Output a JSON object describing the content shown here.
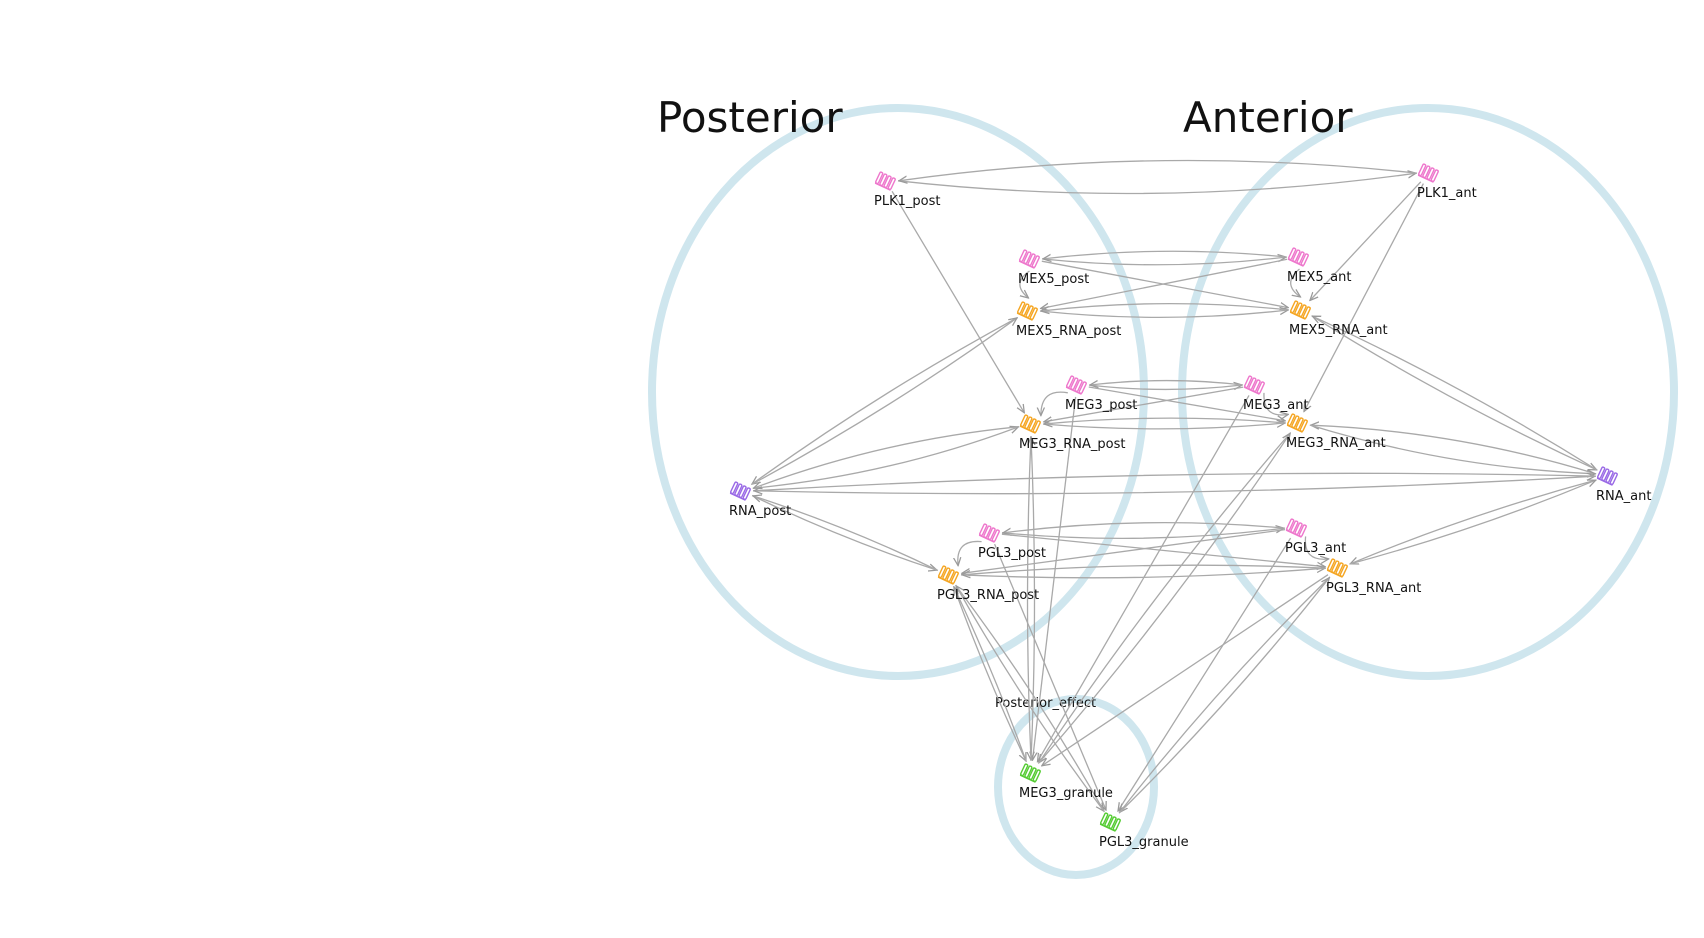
{
  "diagram": {
    "colors": {
      "edge": "#a9a9a9",
      "compartment": "#cfe6ee",
      "protein": "#ee77cc",
      "rna": "#f5a623",
      "rna_pool": "#9a6ae6",
      "granule": "#55cc33"
    },
    "compartments": [
      {
        "id": "posterior",
        "title": "Posterior"
      },
      {
        "id": "anterior",
        "title": "Anterior"
      },
      {
        "id": "posterior_effect",
        "title": "Posterior_effect"
      }
    ],
    "nodes": [
      {
        "id": "PLK1_post",
        "label": "PLK1_post",
        "kind": "protein"
      },
      {
        "id": "PLK1_ant",
        "label": "PLK1_ant",
        "kind": "protein"
      },
      {
        "id": "MEX5_post",
        "label": "MEX5_post",
        "kind": "protein"
      },
      {
        "id": "MEX5_ant",
        "label": "MEX5_ant",
        "kind": "protein"
      },
      {
        "id": "MEX5_RNA_post",
        "label": "MEX5_RNA_post",
        "kind": "rna"
      },
      {
        "id": "MEX5_RNA_ant",
        "label": "MEX5_RNA_ant",
        "kind": "rna"
      },
      {
        "id": "MEG3_post",
        "label": "MEG3_post",
        "kind": "protein"
      },
      {
        "id": "MEG3_ant",
        "label": "MEG3_ant",
        "kind": "protein"
      },
      {
        "id": "MEG3_RNA_post",
        "label": "MEG3_RNA_post",
        "kind": "rna"
      },
      {
        "id": "MEG3_RNA_ant",
        "label": "MEG3_RNA_ant",
        "kind": "rna"
      },
      {
        "id": "RNA_post",
        "label": "RNA_post",
        "kind": "rna_pool"
      },
      {
        "id": "RNA_ant",
        "label": "RNA_ant",
        "kind": "rna_pool"
      },
      {
        "id": "PGL3_post",
        "label": "PGL3_post",
        "kind": "protein"
      },
      {
        "id": "PGL3_ant",
        "label": "PGL3_ant",
        "kind": "protein"
      },
      {
        "id": "PGL3_RNA_post",
        "label": "PGL3_RNA_post",
        "kind": "rna"
      },
      {
        "id": "PGL3_RNA_ant",
        "label": "PGL3_RNA_ant",
        "kind": "rna"
      },
      {
        "id": "MEG3_granule",
        "label": "MEG3_granule",
        "kind": "granule"
      },
      {
        "id": "PGL3_granule",
        "label": "PGL3_granule",
        "kind": "granule"
      }
    ],
    "edges": [
      [
        "PLK1_post",
        "PLK1_ant",
        0.06
      ],
      [
        "PLK1_ant",
        "PLK1_post",
        0.06
      ],
      [
        "PLK1_post",
        "MEG3_RNA_post",
        0
      ],
      [
        "PLK1_ant",
        "MEX5_RNA_ant",
        0
      ],
      [
        "PLK1_ant",
        "MEG3_RNA_ant",
        0
      ],
      [
        "MEX5_post",
        "MEX5_ant",
        0.05
      ],
      [
        "MEX5_ant",
        "MEX5_post",
        0.05
      ],
      [
        "MEX5_post",
        "MEX5_RNA_post",
        0.35
      ],
      [
        "MEX5_ant",
        "MEX5_RNA_ant",
        0.35
      ],
      [
        "MEX5_post",
        "MEX5_RNA_ant",
        0
      ],
      [
        "MEX5_ant",
        "MEX5_RNA_post",
        0
      ],
      [
        "MEX5_RNA_post",
        "MEX5_RNA_ant",
        0.05
      ],
      [
        "MEX5_RNA_ant",
        "MEX5_RNA_post",
        0.05
      ],
      [
        "MEX5_RNA_post",
        "RNA_post",
        0.03
      ],
      [
        "RNA_post",
        "MEX5_RNA_post",
        0.03
      ],
      [
        "MEX5_RNA_ant",
        "RNA_ant",
        0.03
      ],
      [
        "RNA_ant",
        "MEX5_RNA_ant",
        0.03
      ],
      [
        "MEG3_post",
        "MEG3_ant",
        0.05
      ],
      [
        "MEG3_ant",
        "MEG3_post",
        0.05
      ],
      [
        "MEG3_post",
        "MEG3_RNA_post",
        0.35
      ],
      [
        "MEG3_ant",
        "MEG3_RNA_ant",
        0.35
      ],
      [
        "MEG3_post",
        "MEG3_RNA_ant",
        0
      ],
      [
        "MEG3_ant",
        "MEG3_RNA_post",
        0
      ],
      [
        "MEG3_RNA_post",
        "MEG3_RNA_ant",
        0.04
      ],
      [
        "MEG3_RNA_ant",
        "MEG3_RNA_post",
        0.04
      ],
      [
        "RNA_post",
        "MEG3_RNA_post",
        0.06
      ],
      [
        "MEG3_RNA_post",
        "RNA_post",
        0.06
      ],
      [
        "RNA_ant",
        "MEG3_RNA_ant",
        0.06
      ],
      [
        "MEG3_RNA_ant",
        "RNA_ant",
        0.06
      ],
      [
        "RNA_post",
        "RNA_ant",
        0.02
      ],
      [
        "RNA_ant",
        "RNA_post",
        0.02
      ],
      [
        "PGL3_post",
        "PGL3_ant",
        0.05
      ],
      [
        "PGL3_ant",
        "PGL3_post",
        0.05
      ],
      [
        "PGL3_post",
        "PGL3_RNA_post",
        0.35
      ],
      [
        "PGL3_ant",
        "PGL3_RNA_ant",
        0.35
      ],
      [
        "PGL3_post",
        "PGL3_RNA_ant",
        0
      ],
      [
        "PGL3_ant",
        "PGL3_RNA_post",
        0
      ],
      [
        "PGL3_RNA_post",
        "PGL3_RNA_ant",
        0.03
      ],
      [
        "PGL3_RNA_ant",
        "PGL3_RNA_post",
        0.03
      ],
      [
        "RNA_post",
        "PGL3_RNA_post",
        0.03
      ],
      [
        "PGL3_RNA_post",
        "RNA_post",
        0.03
      ],
      [
        "RNA_ant",
        "PGL3_RNA_ant",
        0.03
      ],
      [
        "PGL3_RNA_ant",
        "RNA_ant",
        0.03
      ],
      [
        "MEG3_post",
        "MEG3_granule",
        0
      ],
      [
        "MEG3_RNA_post",
        "MEG3_granule",
        0.02
      ],
      [
        "MEG3_granule",
        "MEG3_RNA_post",
        0.02
      ],
      [
        "MEG3_ant",
        "MEG3_granule",
        0
      ],
      [
        "MEG3_RNA_ant",
        "MEG3_granule",
        0.03
      ],
      [
        "MEG3_granule",
        "MEG3_RNA_ant",
        0.03
      ],
      [
        "PGL3_RNA_post",
        "MEG3_granule",
        0.02
      ],
      [
        "MEG3_granule",
        "PGL3_RNA_post",
        0.02
      ],
      [
        "PGL3_RNA_ant",
        "MEG3_granule",
        0
      ],
      [
        "PGL3_post",
        "PGL3_granule",
        0
      ],
      [
        "PGL3_RNA_post",
        "PGL3_granule",
        0.03
      ],
      [
        "PGL3_granule",
        "PGL3_RNA_post",
        0.03
      ],
      [
        "PGL3_ant",
        "PGL3_granule",
        0
      ],
      [
        "PGL3_RNA_ant",
        "PGL3_granule",
        0.03
      ],
      [
        "PGL3_granule",
        "PGL3_RNA_ant",
        0.03
      ]
    ]
  }
}
